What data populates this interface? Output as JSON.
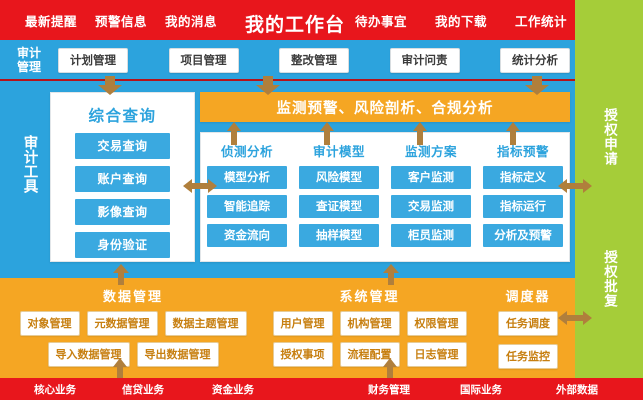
{
  "colors": {
    "red": "#e8161c",
    "blue": "#2ca3dd",
    "blue_button": "#3aa9e0",
    "orange": "#f5a623",
    "green": "#a5cd39",
    "arrow_brown": "#b07f3c",
    "orange_text": "#c77f10"
  },
  "topnav": {
    "items": [
      {
        "label": "最新提醒",
        "active": false
      },
      {
        "label": "预警信息",
        "active": false
      },
      {
        "label": "我的消息",
        "active": false
      },
      {
        "label": "我的工作台",
        "active": true
      },
      {
        "label": "待办事宜",
        "active": false
      },
      {
        "label": "我的下载",
        "active": false
      },
      {
        "label": "工作统计",
        "active": false
      }
    ]
  },
  "left_labels": {
    "audit_management": "审计\n管理",
    "audit_management_line1": "审计",
    "audit_management_line2": "管理",
    "audit_tools": "审计工具"
  },
  "audit_management_row": {
    "buttons": [
      "计划管理",
      "项目管理",
      "整改管理",
      "审计问责",
      "统计分析"
    ]
  },
  "query_card": {
    "title": "综合查询",
    "buttons": [
      "交易查询",
      "账户查询",
      "影像查询",
      "身份验证"
    ]
  },
  "banner": {
    "title": "监测预警、风险剖析、合规分析"
  },
  "grid_card": {
    "columns": [
      {
        "title": "侦测分析",
        "items": [
          "模型分析",
          "智能追踪",
          "资金流向"
        ]
      },
      {
        "title": "审计模型",
        "items": [
          "风险模型",
          "查证模型",
          "抽样模型"
        ]
      },
      {
        "title": "监测方案",
        "items": [
          "客户监测",
          "交易监测",
          "柜员监测"
        ]
      },
      {
        "title": "指标预警",
        "items": [
          "指标定义",
          "指标运行",
          "分析及预警"
        ]
      }
    ]
  },
  "bottom_sections": {
    "data_management": {
      "title": "数据管理",
      "row1": [
        "对象管理",
        "元数据管理",
        "数据主题管理"
      ],
      "row2": [
        "导入数据管理",
        "导出数据管理"
      ]
    },
    "system_management": {
      "title": "系统管理",
      "row1": [
        "用户管理",
        "机构管理",
        "权限管理"
      ],
      "row2": [
        "授权事项",
        "流程配置",
        "日志管理"
      ]
    },
    "scheduler": {
      "title": "调度器",
      "row1": [
        "任务调度"
      ],
      "row2": [
        "任务监控"
      ]
    }
  },
  "right_panel": {
    "authorization_request": "授权申请",
    "authorization_approval": "授权批复"
  },
  "bottom_bar": {
    "items": [
      "核心业务",
      "信贷业务",
      "资金业务",
      "财务管理",
      "国际业务",
      "外部数据"
    ]
  }
}
